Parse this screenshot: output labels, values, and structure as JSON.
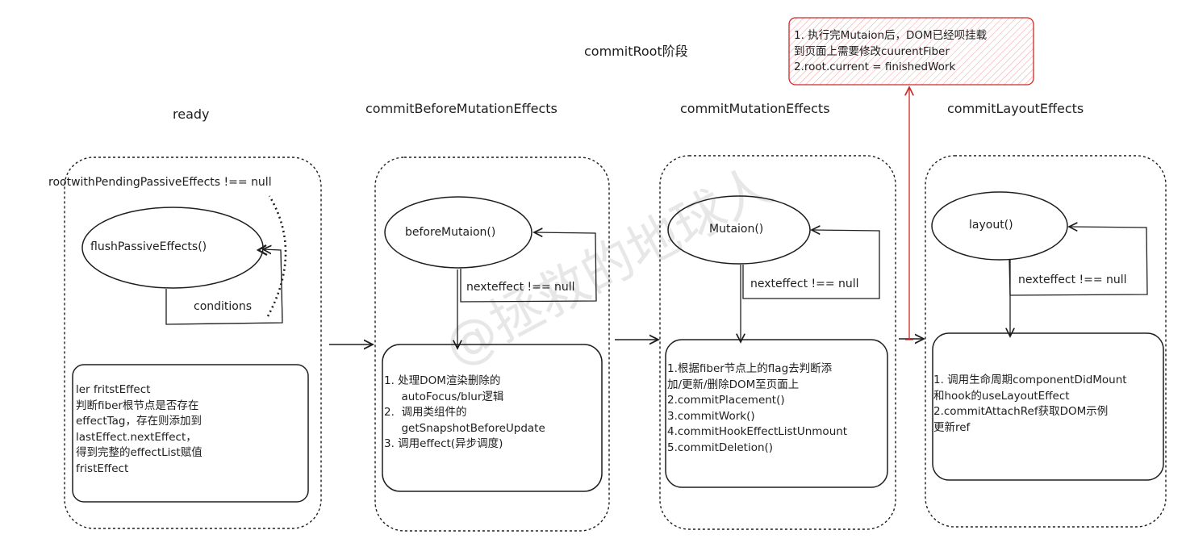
{
  "title": "commitRoot阶段",
  "watermark": "@拯救的地球人",
  "accent_color": "#c92a2a",
  "note_fill": "#ffe3e3",
  "stages": {
    "ready": {
      "header": "ready",
      "condition_top": "rootwithPendingPassiveEffects !== null",
      "function": "flushPassiveEffects()",
      "loop_label": "conditions",
      "box_lines": "ler fritstEffect\n判断fiber根节点是否存在\neffectTag，存在则添加到\nlastEffect.nextEffect，\n得到完整的effectList赋值\nfristEffect"
    },
    "before_mutation": {
      "header": "commitBeforeMutationEffects",
      "function": "beforeMutaion()",
      "loop_label": "nexteffect !== null",
      "box_lines": "1. 处理DOM渲染删除的\n     autoFocus/blur逻辑\n2.  调用类组件的\n     getSnapshotBeforeUpdate\n3. 调用effect(异步调度)"
    },
    "mutation": {
      "header": "commitMutationEffects",
      "function": "Mutaion()",
      "loop_label": "nexteffect !== null",
      "box_lines": "1.根据fiber节点上的flag去判断添\n加/更新/删除DOM至页面上\n2.commitPlacement()\n3.commitWork()\n4.commitHookEffectListUnmount\n5.commitDeletion()"
    },
    "layout": {
      "header": "commitLayoutEffects",
      "function": "layout()",
      "loop_label": "nexteffect !== null",
      "box_lines": "1. 调用生命周期componentDidMount\n和hook的useLayoutEffect\n2.commitAttachRef获取DOM示例\n更新ref"
    }
  },
  "note": {
    "lines": "1. 执行完Mutaion后，DOM已经呗挂载\n到页面上需要修改cuurentFiber\n2.root.current = finishedWork"
  }
}
